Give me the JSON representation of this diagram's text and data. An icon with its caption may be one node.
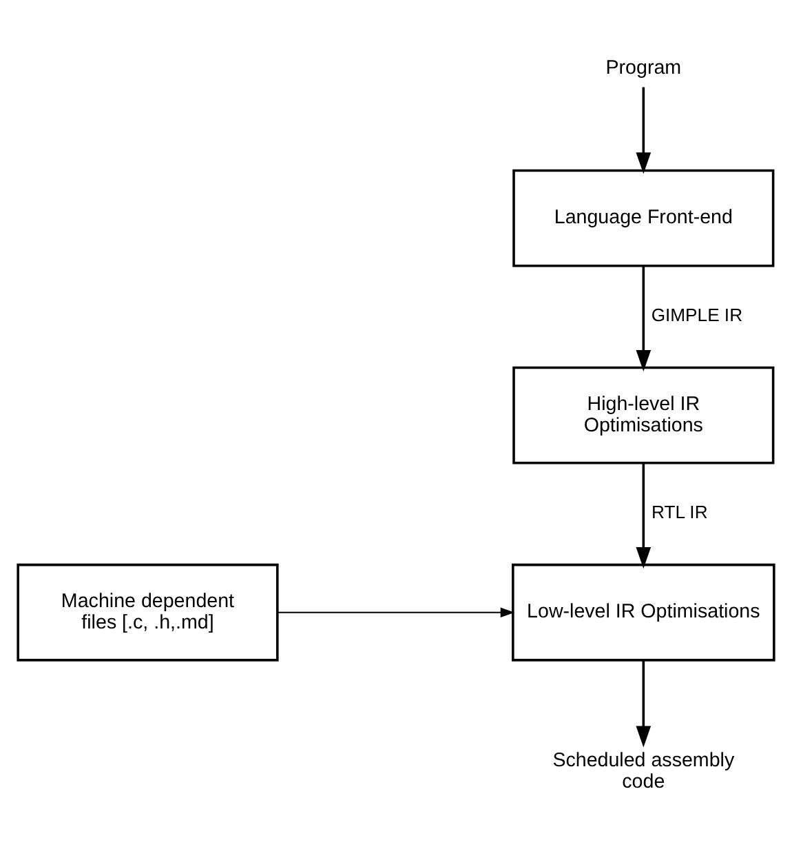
{
  "diagram": {
    "nodes": [
      {
        "text": [
          "Program"
        ]
      },
      {
        "text": [
          "Language Front-end"
        ]
      },
      {
        "text": [
          "High-level IR Optimisations"
        ]
      },
      {
        "text": [
          "Low-level IR Optimisations"
        ]
      },
      {
        "text": [
          "Machine dependent files [.c, .h,.md]"
        ]
      },
      {
        "text": [
          "Scheduled assembly code"
        ]
      }
    ],
    "edges": [
      {
        "from": 0,
        "to": 1,
        "arrow": "to"
      },
      {
        "from": 1,
        "to": 2,
        "arrow": "to",
        "label": "GIMPLE IR"
      },
      {
        "from": 2,
        "to": 3,
        "arrow": "to",
        "label": "RTL IR"
      },
      {
        "from": 4,
        "to": 3,
        "arrow": "to"
      },
      {
        "from": 3,
        "to": 5,
        "arrow": "to"
      }
    ]
  }
}
